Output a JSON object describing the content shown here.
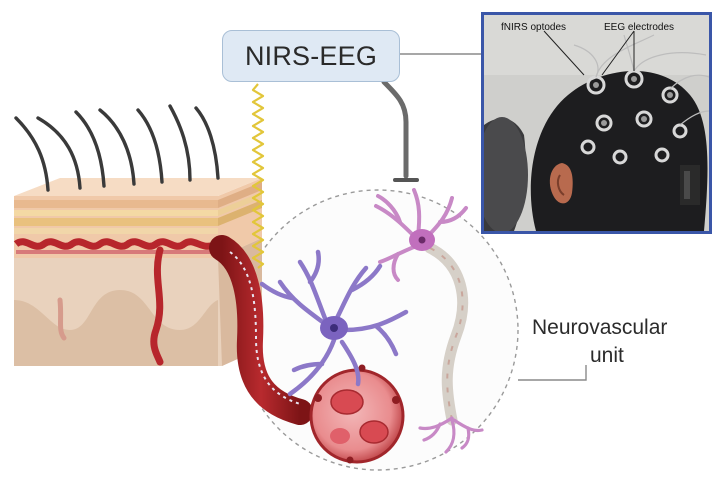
{
  "diagram": {
    "method_box": {
      "label": "NIRS-EEG"
    },
    "target_label": {
      "line1": "Neurovascular",
      "line2": "unit"
    },
    "photo": {
      "label_optodes": "fNIRS optodes",
      "label_electrodes": "EEG electrodes"
    },
    "colors": {
      "box_fill": "#dfe9f4",
      "photo_border": "#3a56a8",
      "blood_vessel": "#a8262a",
      "neuron_purple": "#8c78c8",
      "neuron_pink": "#c889c6",
      "light_wave": "#e2c63a",
      "inhibit_bar": "#6b6b6b"
    },
    "icons": [
      "skin-cross-section-icon",
      "hair-strands-icon",
      "blood-vessel-icon",
      "astrocyte-icon",
      "neuron-icon",
      "light-wave-icon",
      "eeg-cap-photo"
    ]
  }
}
